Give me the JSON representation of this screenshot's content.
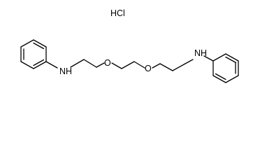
{
  "molecule": {
    "salt": "HCl",
    "atoms": {
      "nh_left": "NH",
      "o_left": "O",
      "o_right": "O",
      "nh_right": "NH"
    }
  },
  "colors": {
    "bond": "#000000",
    "background": "#ffffff"
  }
}
